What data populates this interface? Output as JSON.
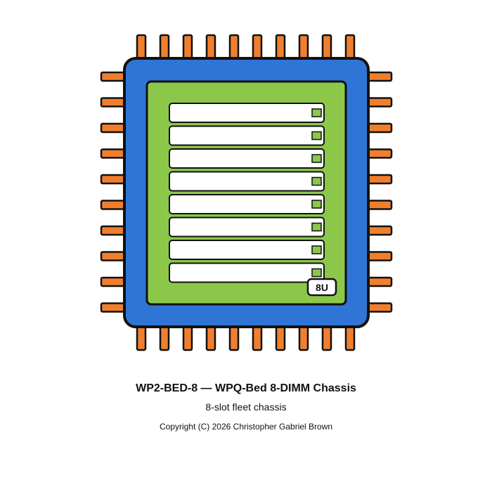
{
  "title": "WP2-BED-8  —  WPQ-Bed 8-DIMM Chassis",
  "subtitle": "8-slot fleet chassis",
  "copyright": "Copyright (C) 2026 Christopher Gabriel Brown",
  "badge": "8U",
  "slot_count": 8,
  "pins_per_side": 10,
  "colors": {
    "pin": "#F07F2D",
    "package": "#2F75D6",
    "board": "#8DC74A",
    "slot": "#FFFFFF",
    "led": "#8DC74A",
    "outline": "#111111"
  },
  "icons": {
    "chip": "chip-package-icon",
    "slot": "dimm-slot-icon",
    "led": "status-led-icon"
  }
}
